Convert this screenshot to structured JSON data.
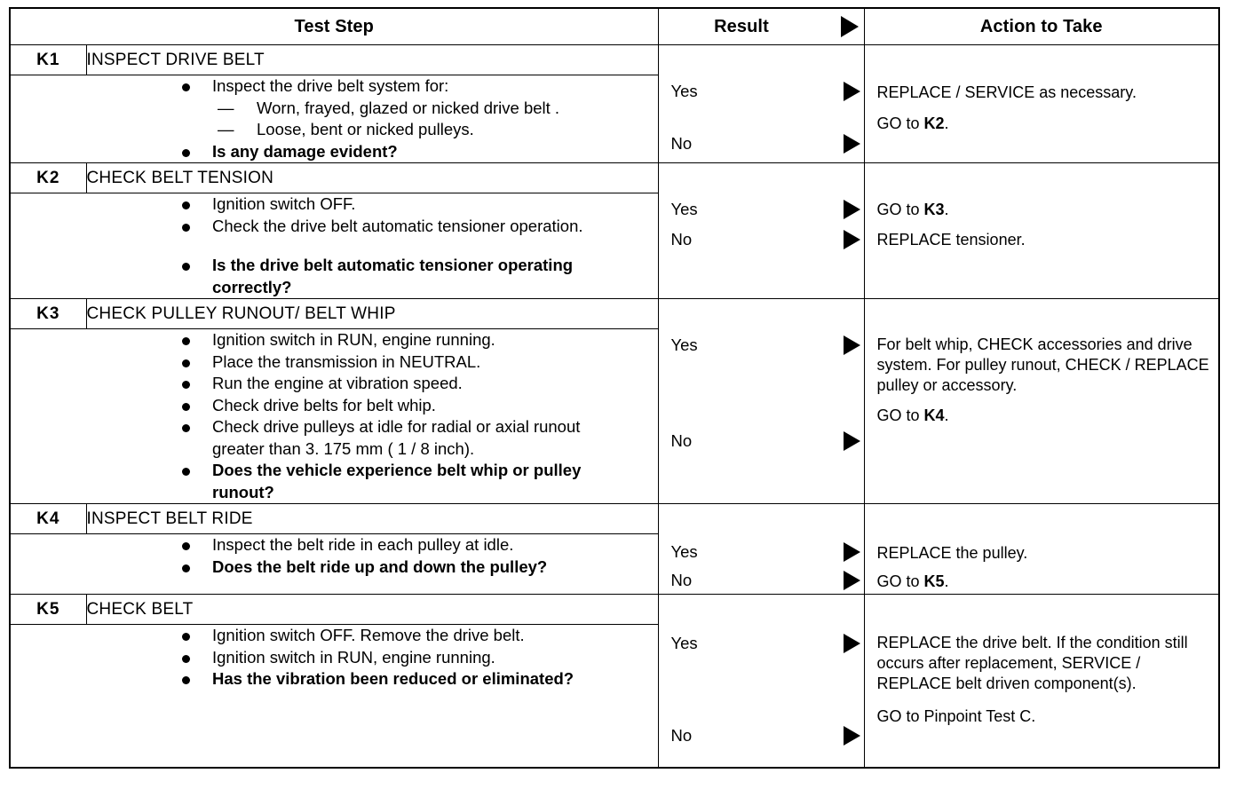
{
  "table": {
    "headers": {
      "test_step": "Test Step",
      "result": "Result",
      "action": "Action to Take",
      "result_arrow_icon": "triangle-right-icon"
    },
    "steps": [
      {
        "id": "K1",
        "title": "INSPECT DRIVE BELT",
        "bullets": [
          {
            "kind": "bullet",
            "bold": false,
            "text": "Inspect the drive belt system for:"
          },
          {
            "kind": "dash",
            "bold": false,
            "text": "Worn, frayed, glazed or nicked drive belt ."
          },
          {
            "kind": "dash",
            "bold": false,
            "text": "Loose, bent or nicked pulleys."
          },
          {
            "kind": "bullet",
            "bold": true,
            "text": "Is any damage evident?"
          }
        ],
        "results": [
          {
            "label": "Yes",
            "arrow_icon": "triangle-right-icon",
            "action": "REPLACE / SERVICE as necessary.",
            "action_bold_tail": ""
          },
          {
            "label": "No",
            "arrow_icon": "triangle-right-icon",
            "action": "GO to ",
            "action_bold_tail": "K2",
            "action_after": "."
          }
        ]
      },
      {
        "id": "K2",
        "title": "CHECK BELT TENSION",
        "bullets": [
          {
            "kind": "bullet",
            "bold": false,
            "text": "Ignition switch OFF."
          },
          {
            "kind": "bullet",
            "bold": false,
            "text": "Check the drive belt automatic tensioner operation."
          },
          {
            "kind": "spacer",
            "bold": false,
            "text": ""
          },
          {
            "kind": "bullet",
            "bold": true,
            "text": "Is the drive belt automatic tensioner operating correctly?"
          }
        ],
        "results": [
          {
            "label": "Yes",
            "arrow_icon": "triangle-right-icon",
            "action": "GO to ",
            "action_bold_tail": "K3",
            "action_after": "."
          },
          {
            "label": "No",
            "arrow_icon": "triangle-right-icon",
            "action": "REPLACE tensioner.",
            "action_bold_tail": ""
          }
        ]
      },
      {
        "id": "K3",
        "title": "CHECK PULLEY RUNOUT/ BELT WHIP",
        "bullets": [
          {
            "kind": "bullet",
            "bold": false,
            "text": "Ignition switch in RUN, engine running."
          },
          {
            "kind": "bullet",
            "bold": false,
            "text": "Place the transmission in NEUTRAL."
          },
          {
            "kind": "bullet",
            "bold": false,
            "text": "Run the engine at vibration speed."
          },
          {
            "kind": "bullet",
            "bold": false,
            "text": "Check drive belts for belt whip."
          },
          {
            "kind": "bullet",
            "bold": false,
            "text": "Check drive pulleys at idle for radial or axial runout greater than 3. 175 mm ( 1 / 8 inch)."
          },
          {
            "kind": "bullet",
            "bold": true,
            "text": "Does the vehicle experience belt whip or pulley runout?"
          }
        ],
        "results": [
          {
            "label": "Yes",
            "arrow_icon": "triangle-right-icon",
            "action": "For belt whip, CHECK accessories and drive system. For pulley runout, CHECK / REPLACE pulley or accessory.",
            "action_bold_tail": ""
          },
          {
            "label": "No",
            "arrow_icon": "triangle-right-icon",
            "action": "GO to ",
            "action_bold_tail": "K4",
            "action_after": "."
          }
        ]
      },
      {
        "id": "K4",
        "title": "INSPECT BELT RIDE",
        "bullets": [
          {
            "kind": "bullet",
            "bold": false,
            "text": "Inspect the belt ride in each pulley at idle."
          },
          {
            "kind": "bullet",
            "bold": true,
            "text": "Does the belt ride up and down the pulley?"
          }
        ],
        "results": [
          {
            "label": "Yes",
            "arrow_icon": "triangle-right-icon",
            "action": "REPLACE the pulley.",
            "action_bold_tail": ""
          },
          {
            "label": "No",
            "arrow_icon": "triangle-right-icon",
            "action": "GO to ",
            "action_bold_tail": "K5",
            "action_after": "."
          }
        ]
      },
      {
        "id": "K5",
        "title": "CHECK BELT",
        "bullets": [
          {
            "kind": "bullet",
            "bold": false,
            "text": "Ignition switch OFF. Remove the drive belt."
          },
          {
            "kind": "bullet",
            "bold": false,
            "text": "Ignition switch in RUN, engine running."
          },
          {
            "kind": "bullet",
            "bold": true,
            "text": "Has the vibration been reduced or eliminated?"
          }
        ],
        "results": [
          {
            "label": "Yes",
            "arrow_icon": "triangle-right-icon",
            "action": "REPLACE the drive belt. If the condition still occurs after replacement, SERVICE / REPLACE belt driven component(s).",
            "action_bold_tail": ""
          },
          {
            "label": "No",
            "arrow_icon": "triangle-right-icon",
            "action": "GO to Pinpoint Test C.",
            "action_bold_tail": ""
          }
        ]
      }
    ]
  }
}
